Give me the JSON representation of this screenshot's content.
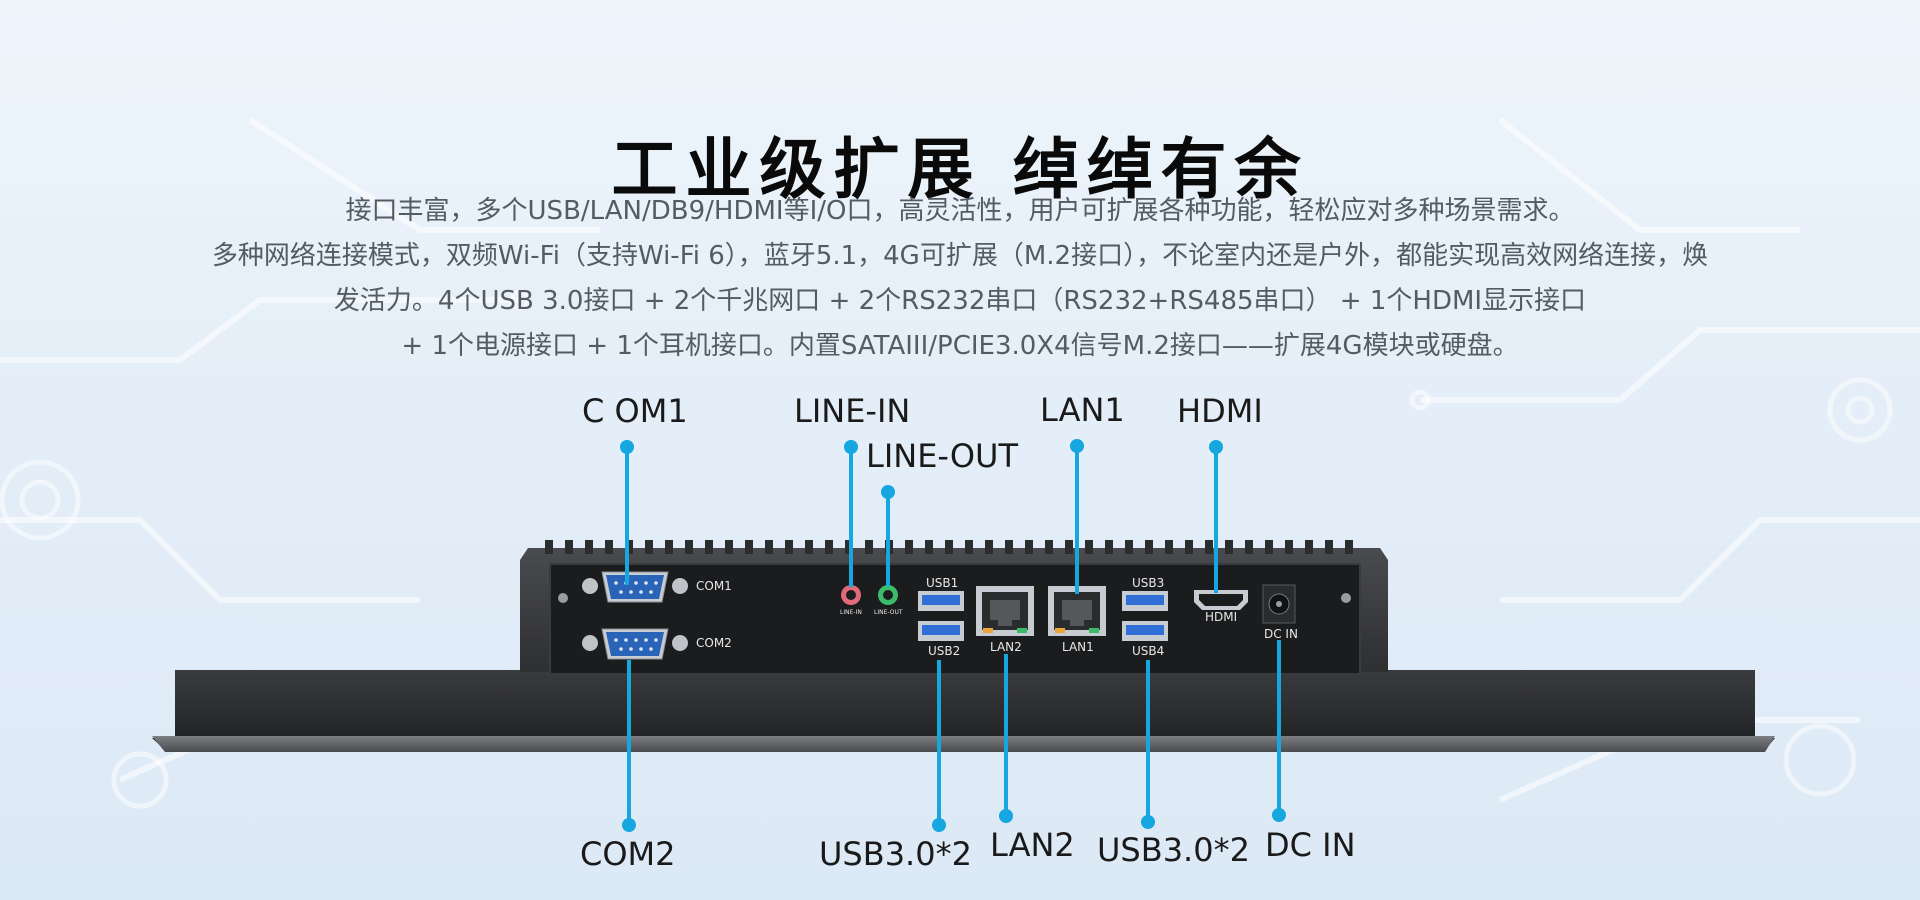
{
  "title": "工业级扩展  绰绰有余",
  "description": [
    "接口丰富，多个USB/LAN/DB9/HDMI等I/O口，高灵活性，用户可扩展各种功能，轻松应对多种场景需求。",
    "多种网络连接模式，双频Wi-Fi（支持Wi-Fi 6），蓝牙5.1，4G可扩展（M.2接口），不论室内还是户外，都能实现高效网络连接，焕",
    "发活力。4个USB 3.0接口 + 2个千兆网口 + 2个RS232串口（RS232+RS485串口） + 1个HDMI显示接口",
    "+ 1个电源接口 + 1个耳机接口。内置SATAIII/PCIE3.0X4信号M.2接口——扩展4G模块或硬盘。"
  ],
  "callouts": {
    "com1": "C OM1",
    "line_in": "LINE-IN",
    "line_out": "LINE-OUT",
    "lan1": "LAN1",
    "hdmi": "HDMI",
    "com2": "COM2",
    "usb_a": "USB3.0*2",
    "lan2": "LAN2",
    "usb_b": "USB3.0*2",
    "dc_in": "DC IN"
  },
  "panel_labels": {
    "com1": "COM1",
    "com2": "COM2",
    "line_in": "LINE-IN",
    "line_out": "LINE-OUT",
    "usb1": "USB1",
    "usb2": "USB2",
    "lan2": "LAN2",
    "lan1": "LAN1",
    "usb3": "USB3",
    "usb4": "USB4",
    "hdmi": "HDMI",
    "dc_in": "DC IN"
  },
  "colors": {
    "accent": "#16a6e0",
    "title": "#0a0a0a",
    "body_text": "#555b62",
    "usb_blue": "#2f6fd6",
    "db9_blue": "#2a64b8",
    "line_in_pink": "#e06a78",
    "line_out_green": "#3dbb6a"
  }
}
